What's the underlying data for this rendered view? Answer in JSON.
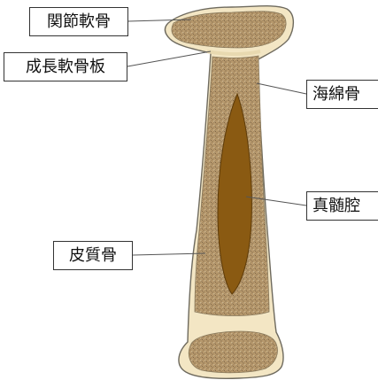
{
  "diagram": {
    "labels": {
      "articular_cartilage": "関節軟骨",
      "growth_plate": "成長軟骨板",
      "cancellous_bone": "海綿骨",
      "marrow_cavity": "真髄腔",
      "cortical_bone": "皮質骨"
    },
    "colors": {
      "cortical": "#F3E6C4",
      "cortical_outline": "#6E6A5E",
      "spongy": "#B89A6E",
      "spongy_texture": "#7E6446",
      "marrow": "#8A5A12",
      "marrow_outline": "#5E3B08",
      "leader_line": "#555555"
    }
  }
}
